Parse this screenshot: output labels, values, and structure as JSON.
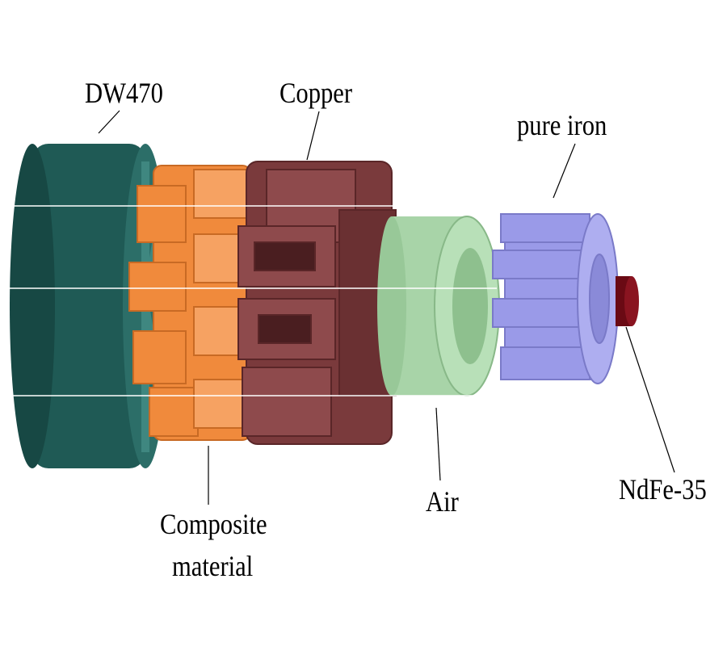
{
  "labels": {
    "dw470": "DW470",
    "copper": "Copper",
    "pure_iron": "pure iron",
    "composite_line1": "Composite",
    "composite_line2": "material",
    "air": "Air",
    "ndfe": "NdFe-35"
  },
  "colors": {
    "dw470": "#1f5a55",
    "composite": "#f08a3c",
    "copper": "#7a3a3c",
    "air": "#a8d4a8",
    "pure_iron": "#9a9ae8",
    "ndfe": "#6a0a14"
  }
}
